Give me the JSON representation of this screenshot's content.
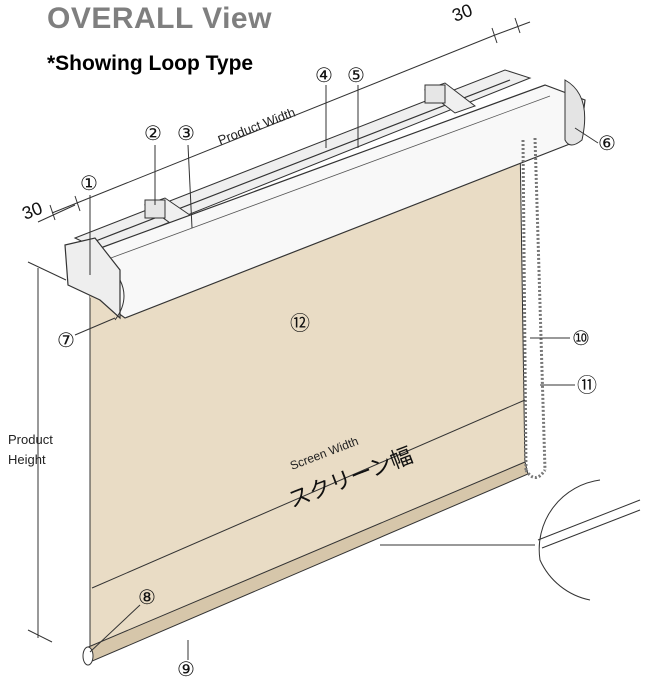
{
  "header": {
    "title": "OVERALL View",
    "subtitle": "*Showing Loop Type"
  },
  "dimensions": {
    "product_width": "Product Width",
    "product_height_line1": "Product",
    "product_height_line2": "Height",
    "screen_width_en": "Screen Width",
    "screen_width_jp": "スクリーン幅",
    "offset_right": "30",
    "offset_left": "30"
  },
  "callouts": [
    "①",
    "②",
    "③",
    "④",
    "⑤",
    "⑥",
    "⑦",
    "⑧",
    "⑨",
    "⑩",
    "⑪",
    "⑫"
  ],
  "colors": {
    "fabric": "#e9dcc5",
    "fabric_dark": "#dccbb0",
    "frame": "#f7f7f7",
    "line": "#222222"
  }
}
